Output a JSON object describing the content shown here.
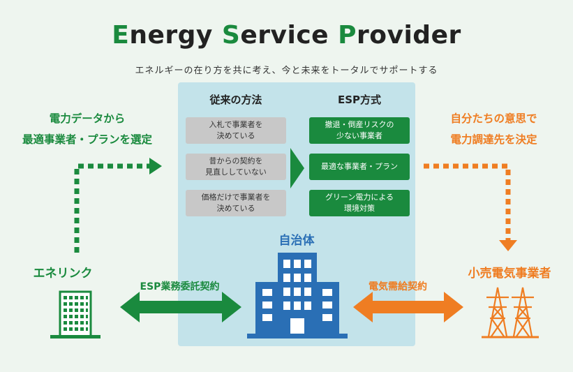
{
  "header": {
    "title_parts": [
      {
        "initial": "E",
        "rest": "nergy "
      },
      {
        "initial": "S",
        "rest": "ervice "
      },
      {
        "initial": "P",
        "rest": "rovider"
      }
    ],
    "subtitle": "エネルギーの在り方を共に考え、今と未来をトータルでサポートする"
  },
  "comparison": {
    "traditional_heading": "従来の方法",
    "esp_heading": "ESP方式",
    "traditional_items": [
      "入札で事業者を\n決めている",
      "昔からの契約を\n見直ししていない",
      "価格だけで事業者を\n決めている"
    ],
    "esp_items": [
      "撤退・倒産リスクの\n少ない事業者",
      "最適な事業者・プラン",
      "グリーン電力による\n環境対策"
    ]
  },
  "left_note": {
    "line1": "電力データから",
    "line2": "最適事業者・プランを選定"
  },
  "right_note": {
    "line1": "自分たちの意思で",
    "line2": "電力調達先を決定"
  },
  "nodes": {
    "left": "エネリンク",
    "center": "自治体",
    "right": "小売電気事業者"
  },
  "links": {
    "left": "ESP業務委託契約",
    "right": "電気需給契約"
  },
  "colors": {
    "green": "#1a8a3e",
    "orange": "#ef7d22",
    "blue": "#2a6fb5",
    "panel": "#c3e3ea",
    "grey_box": "#c8c8c8",
    "background": "#eef5ef"
  },
  "icons": {
    "left_node": "green-office-building-icon",
    "center_node": "blue-office-building-icon",
    "right_node": "transmission-tower-icon",
    "comparison_arrow": "chevron-right-icon"
  }
}
